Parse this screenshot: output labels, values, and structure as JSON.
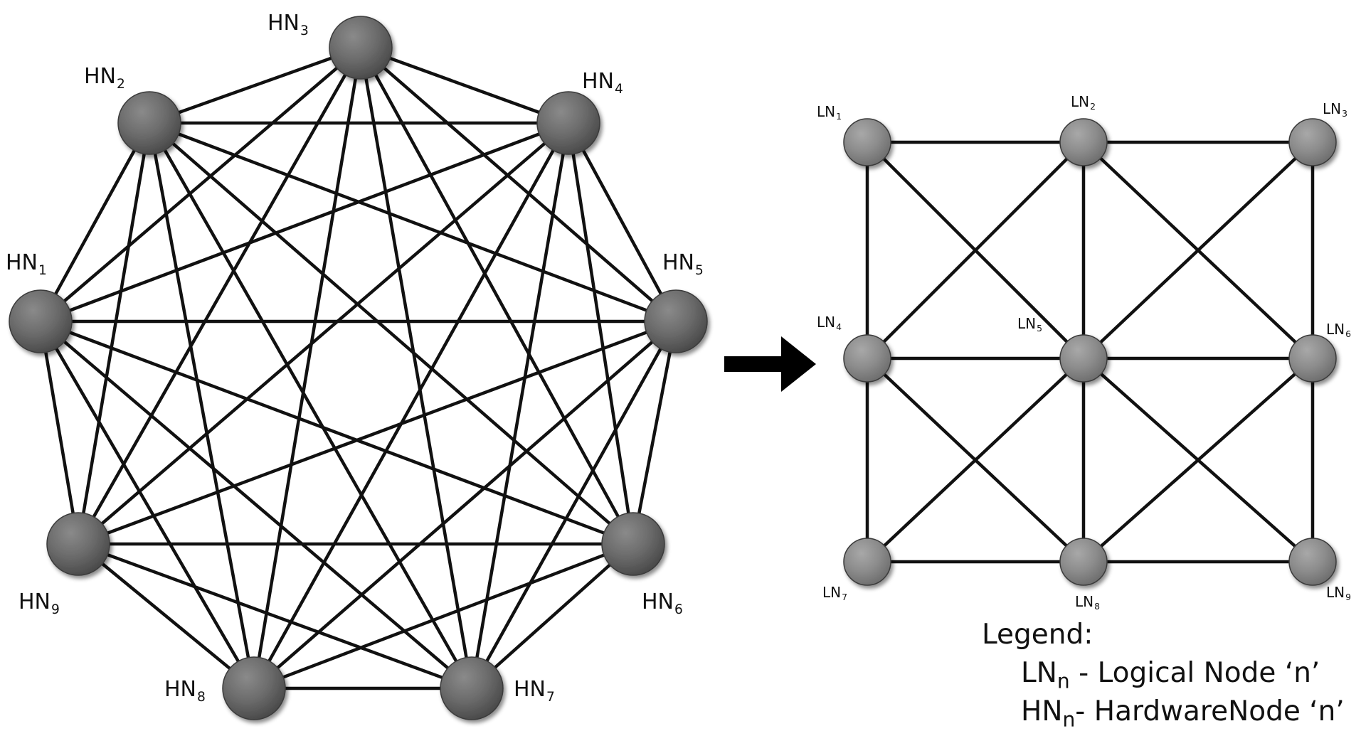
{
  "hardware_graph": {
    "nodes": [
      {
        "id": "HN1",
        "base": "HN",
        "sub": "1"
      },
      {
        "id": "HN2",
        "base": "HN",
        "sub": "2"
      },
      {
        "id": "HN3",
        "base": "HN",
        "sub": "3"
      },
      {
        "id": "HN4",
        "base": "HN",
        "sub": "4"
      },
      {
        "id": "HN5",
        "base": "HN",
        "sub": "5"
      },
      {
        "id": "HN6",
        "base": "HN",
        "sub": "6"
      },
      {
        "id": "HN7",
        "base": "HN",
        "sub": "7"
      },
      {
        "id": "HN8",
        "base": "HN",
        "sub": "8"
      },
      {
        "id": "HN9",
        "base": "HN",
        "sub": "9"
      }
    ],
    "topology": "fully-connected"
  },
  "logical_graph": {
    "nodes": [
      {
        "id": "LN1",
        "base": "LN",
        "sub": "1"
      },
      {
        "id": "LN2",
        "base": "LN",
        "sub": "2"
      },
      {
        "id": "LN3",
        "base": "LN",
        "sub": "3"
      },
      {
        "id": "LN4",
        "base": "LN",
        "sub": "4"
      },
      {
        "id": "LN5",
        "base": "LN",
        "sub": "5"
      },
      {
        "id": "LN6",
        "base": "LN",
        "sub": "6"
      },
      {
        "id": "LN7",
        "base": "LN",
        "sub": "7"
      },
      {
        "id": "LN8",
        "base": "LN",
        "sub": "8"
      },
      {
        "id": "LN9",
        "base": "LN",
        "sub": "9"
      }
    ],
    "edges": [
      [
        "LN1",
        "LN2"
      ],
      [
        "LN2",
        "LN3"
      ],
      [
        "LN4",
        "LN5"
      ],
      [
        "LN5",
        "LN6"
      ],
      [
        "LN7",
        "LN8"
      ],
      [
        "LN8",
        "LN9"
      ],
      [
        "LN1",
        "LN4"
      ],
      [
        "LN4",
        "LN7"
      ],
      [
        "LN2",
        "LN5"
      ],
      [
        "LN5",
        "LN8"
      ],
      [
        "LN3",
        "LN6"
      ],
      [
        "LN6",
        "LN9"
      ],
      [
        "LN1",
        "LN5"
      ],
      [
        "LN2",
        "LN4"
      ],
      [
        "LN2",
        "LN6"
      ],
      [
        "LN3",
        "LN5"
      ],
      [
        "LN4",
        "LN8"
      ],
      [
        "LN5",
        "LN7"
      ],
      [
        "LN5",
        "LN9"
      ],
      [
        "LN6",
        "LN8"
      ]
    ]
  },
  "colors": {
    "edge": "#111111",
    "node_dark": "#6b6b6b",
    "node_light": "#8c8c8c",
    "arrow": "#000000"
  },
  "legend": {
    "title": "Legend:",
    "items": [
      {
        "sym_base": "LN",
        "sym_sub": "n",
        "desc": " - Logical Node ‘n’"
      },
      {
        "sym_base": "HN",
        "sym_sub": "n",
        "desc": "- HardwareNode ‘n’"
      }
    ]
  }
}
